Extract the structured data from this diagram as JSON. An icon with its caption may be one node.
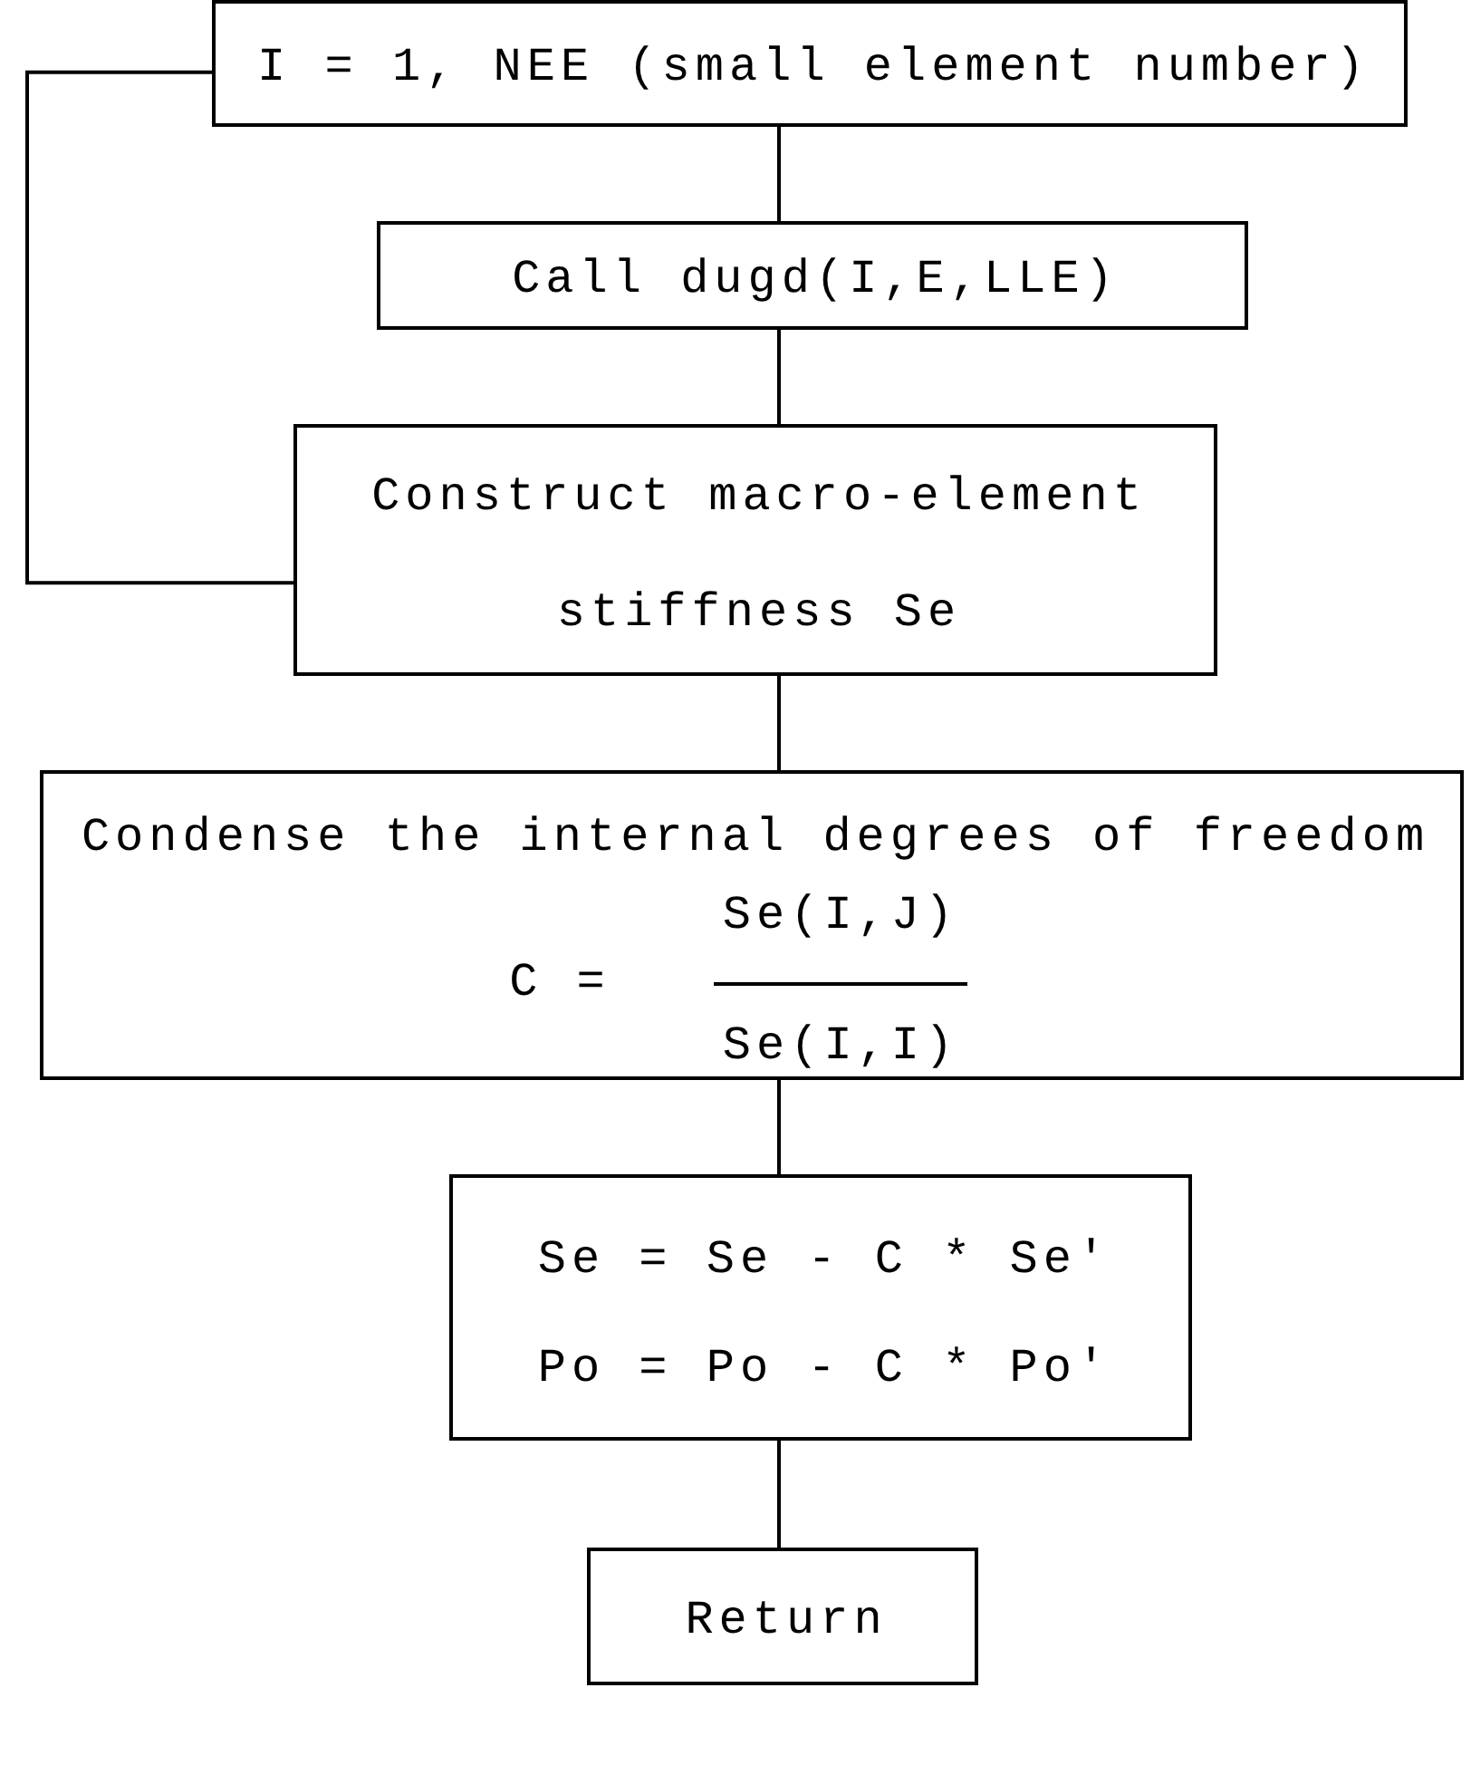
{
  "diagram": {
    "nodes": [
      {
        "text": [
          "I = 1, NEE (small element number)"
        ]
      },
      {
        "text": [
          "Call dugd(I,E,LLE)"
        ]
      },
      {
        "text": [
          "Construct macro-element stiffness Se"
        ]
      },
      {
        "text": [
          "Condense the internal degrees of freedom",
          "C =",
          "Se(I,J)",
          "Se(I,I)"
        ]
      },
      {
        "text": [
          "Se = Se - C * Se′",
          "Po = Po - C * Po′"
        ]
      },
      {
        "text": [
          "Return"
        ]
      }
    ],
    "edges": [
      {
        "from": 0,
        "to": 1,
        "arrow": "none"
      },
      {
        "from": 1,
        "to": 2,
        "arrow": "none"
      },
      {
        "from": 2,
        "to": 3,
        "arrow": "none"
      },
      {
        "from": 3,
        "to": 4,
        "arrow": "none"
      },
      {
        "from": 4,
        "to": 5,
        "arrow": "none"
      },
      {
        "from": 2,
        "to": 0,
        "arrow": "none"
      }
    ]
  }
}
